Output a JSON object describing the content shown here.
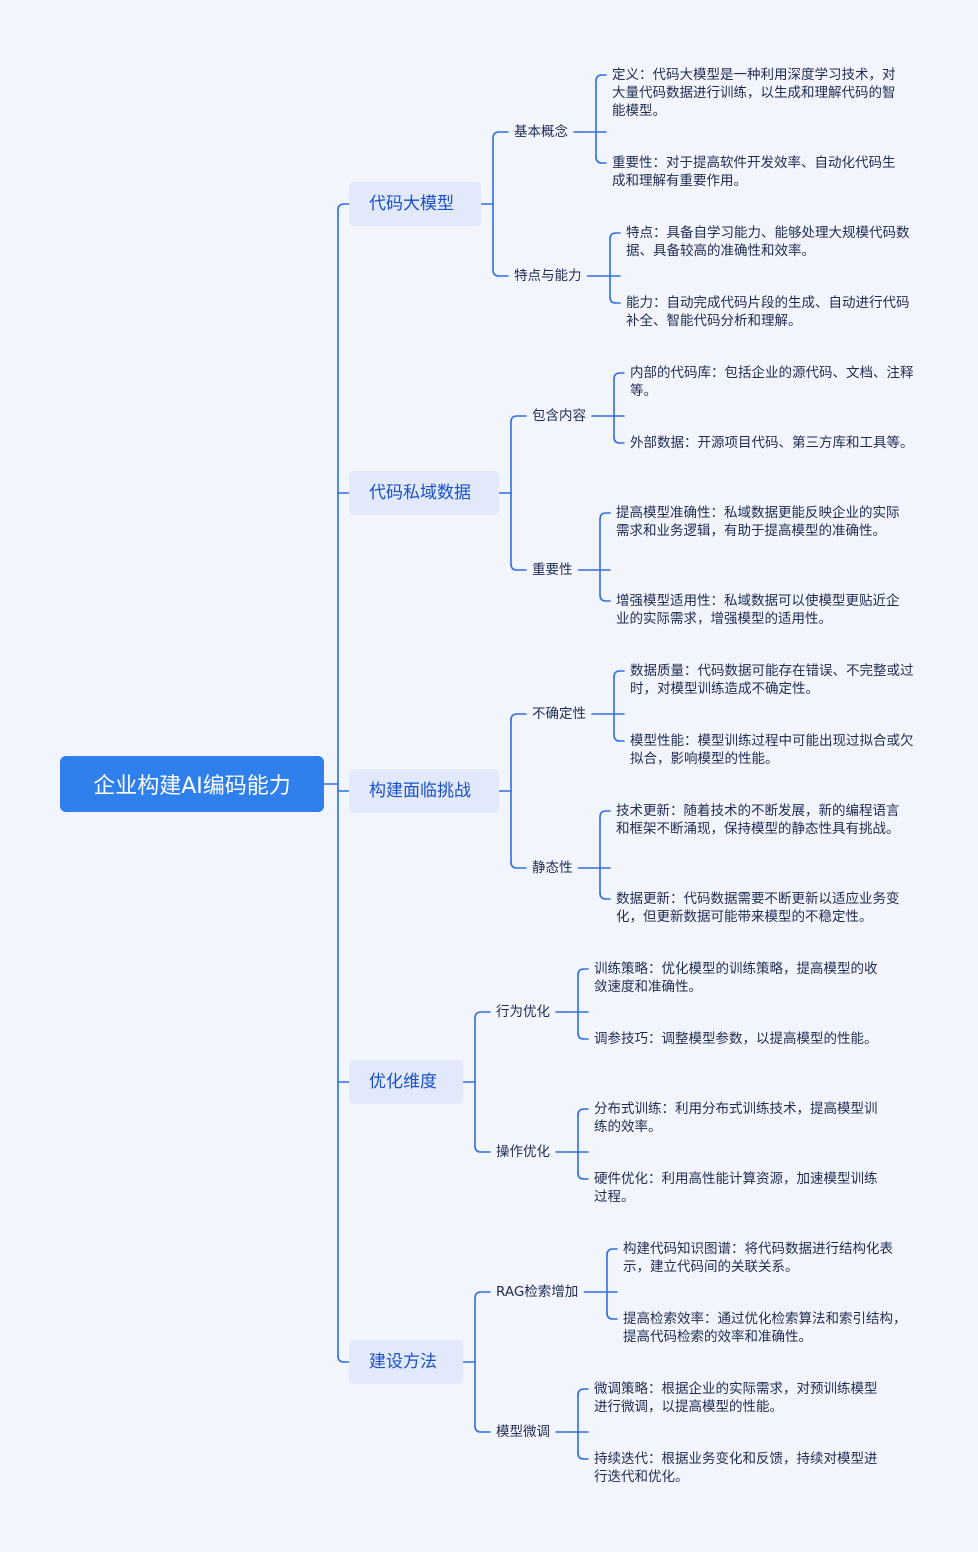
{
  "root": "企业构建AI编码能力",
  "branches": [
    {
      "label": "代码大模型",
      "children": [
        {
          "label": "基本概念",
          "leaves": [
            "定义：代码大模型是一种利用深度学习技术，对大量代码数据进行训练，以生成和理解代码的智能模型。",
            "重要性：对于提高软件开发效率、自动化代码生成和理解有重要作用。"
          ]
        },
        {
          "label": "特点与能力",
          "leaves": [
            "特点：具备自学习能力、能够处理大规模代码数据、具备较高的准确性和效率。",
            "能力：自动完成代码片段的生成、自动进行代码补全、智能代码分析和理解。"
          ]
        }
      ]
    },
    {
      "label": "代码私域数据",
      "children": [
        {
          "label": "包含内容",
          "leaves": [
            "内部的代码库：包括企业的源代码、文档、注释等。",
            "外部数据：开源项目代码、第三方库和工具等。"
          ]
        },
        {
          "label": "重要性",
          "leaves": [
            "提高模型准确性：私域数据更能反映企业的实际需求和业务逻辑，有助于提高模型的准确性。",
            "增强模型适用性：私域数据可以使模型更贴近企业的实际需求，增强模型的适用性。"
          ]
        }
      ]
    },
    {
      "label": "构建面临挑战",
      "children": [
        {
          "label": "不确定性",
          "leaves": [
            "数据质量：代码数据可能存在错误、不完整或过时，对模型训练造成不确定性。",
            "模型性能：模型训练过程中可能出现过拟合或欠拟合，影响模型的性能。"
          ]
        },
        {
          "label": "静态性",
          "leaves": [
            "技术更新：随着技术的不断发展，新的编程语言和框架不断涌现，保持模型的静态性具有挑战。",
            "数据更新：代码数据需要不断更新以适应业务变化，但更新数据可能带来模型的不稳定性。"
          ]
        }
      ]
    },
    {
      "label": "优化维度",
      "children": [
        {
          "label": "行为优化",
          "leaves": [
            "训练策略：优化模型的训练策略，提高模型的收敛速度和准确性。",
            "调参技巧：调整模型参数，以提高模型的性能。"
          ]
        },
        {
          "label": "操作优化",
          "leaves": [
            "分布式训练：利用分布式训练技术，提高模型训练的效率。",
            "硬件优化：利用高性能计算资源，加速模型训练过程。"
          ]
        }
      ]
    },
    {
      "label": "建设方法",
      "children": [
        {
          "label": "RAG检索增加",
          "leaves": [
            "构建代码知识图谱：将代码数据进行结构化表示，建立代码间的关联关系。",
            "提高检索效率：通过优化检索算法和索引结构，提高代码检索的效率和准确性。"
          ]
        },
        {
          "label": "模型微调",
          "leaves": [
            "微调策略：根据企业的实际需求，对预训练模型进行微调，以提高模型的性能。",
            "持续迭代：根据业务变化和反馈，持续对模型进行迭代和优化。"
          ]
        }
      ]
    }
  ]
}
